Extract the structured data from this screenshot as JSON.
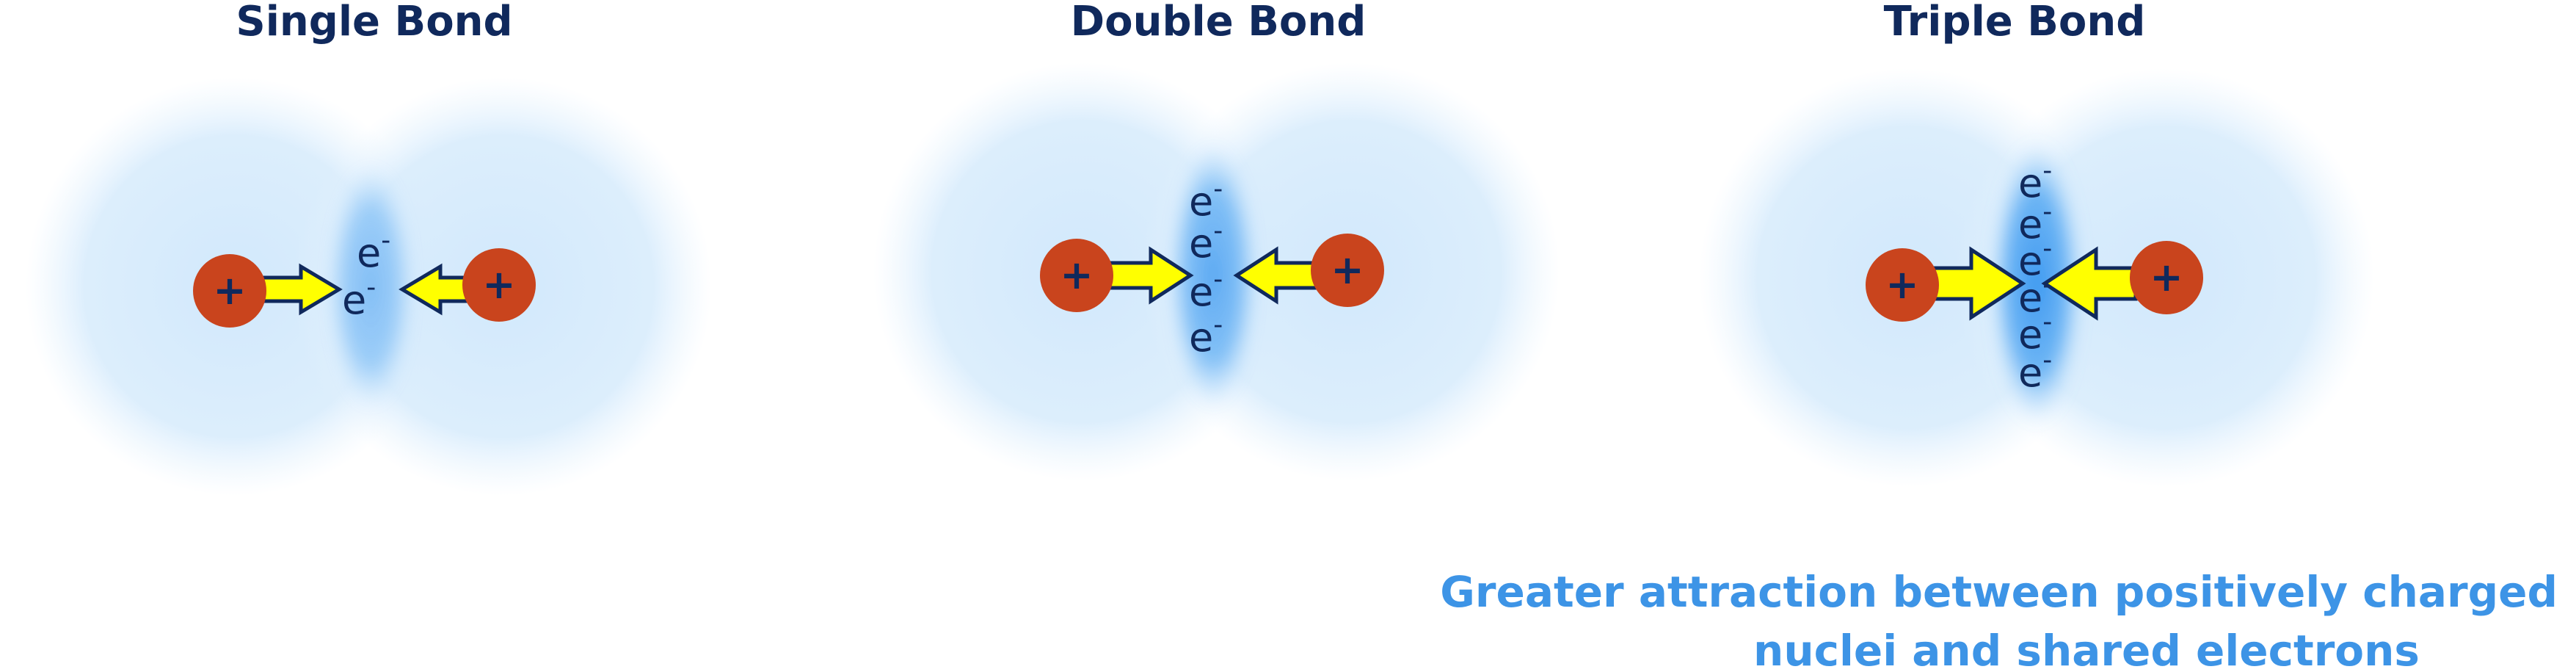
{
  "panels": [
    {
      "id": "single",
      "title": "Single Bond",
      "shared_electrons": 2
    },
    {
      "id": "double",
      "title": "Double Bond",
      "shared_electrons": 4
    },
    {
      "id": "triple",
      "title": "Triple Bond",
      "shared_electrons": 6
    }
  ],
  "nucleus_label": "+",
  "electron_label": "e",
  "electron_charge": "-",
  "caption": {
    "line1": "Greater attraction between positively charged",
    "line2": "nuclei and shared electrons"
  },
  "colors": {
    "title": "#10295c",
    "nucleus": "#c9441d",
    "arrow_fill": "#ffff00",
    "arrow_stroke": "#10295c",
    "electron_cloud": "#cfe7fb",
    "shared_region": "#3d98f0",
    "caption": "#3d94e6"
  },
  "icons": [
    "nucleus-icon",
    "attraction-arrow-icon",
    "electron-cloud-icon"
  ]
}
